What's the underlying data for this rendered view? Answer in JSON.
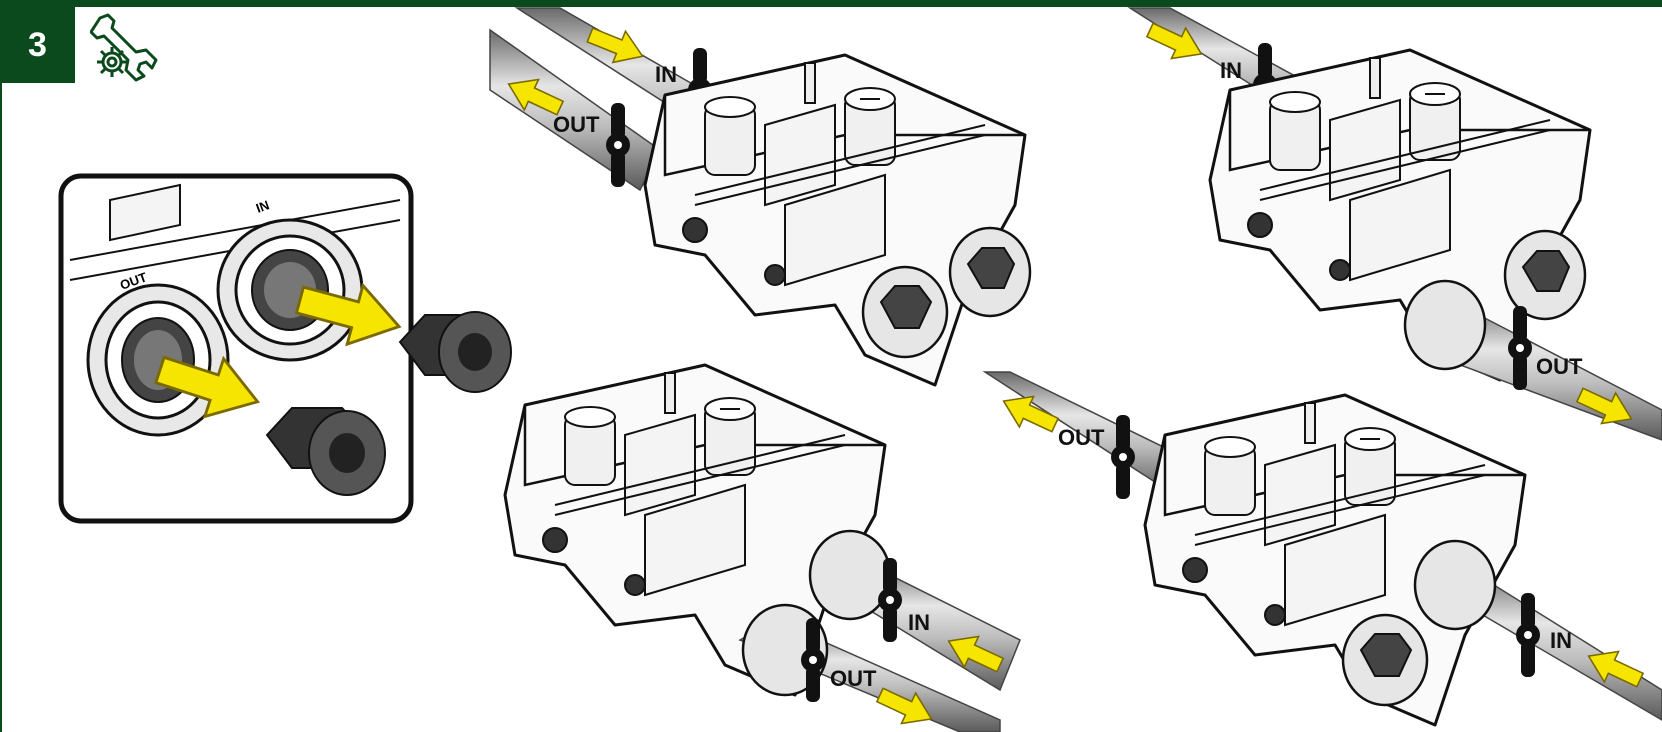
{
  "step": {
    "number": "3"
  },
  "icon": {
    "name": "tools-gear-icon",
    "color": "#0b4a1d"
  },
  "labels": {
    "in": "IN",
    "out": "OUT"
  },
  "colors": {
    "brand_green": "#0b4a1d",
    "arrow_yellow": "#f6e500"
  }
}
